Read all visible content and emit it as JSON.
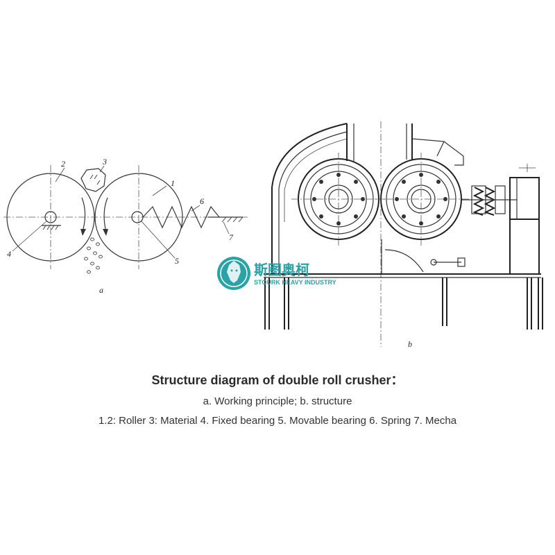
{
  "figure": {
    "callouts": [
      "1",
      "2",
      "3",
      "4",
      "5",
      "6",
      "7"
    ],
    "sub_label_a": "a",
    "sub_label_b": "b"
  },
  "watermark": {
    "cn_text": "斯图奥柯",
    "en_text": "STOURK HEAVY INDUSTRY",
    "color": "#2aa2a6",
    "icon": "lion-head-logo"
  },
  "caption": {
    "title": "Structure diagram of double roll crusher：",
    "subtitle": "a. Working principle; b. structure",
    "legend": "1.2: Roller 3: Material 4. Fixed bearing 5. Movable bearing 6. Spring 7. Mecha"
  }
}
